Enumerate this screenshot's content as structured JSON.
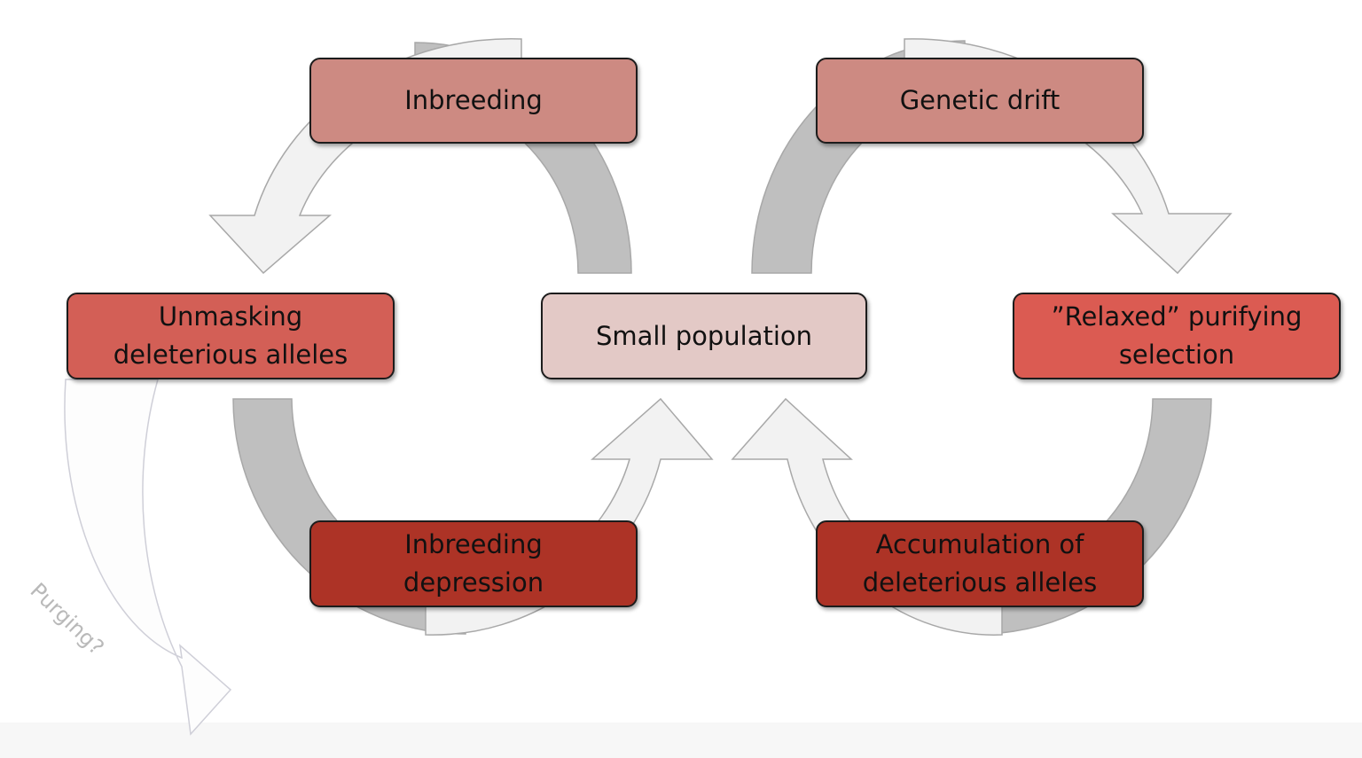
{
  "diagram": {
    "center": {
      "label": "Small population"
    },
    "nodes": {
      "inbreeding": {
        "label": "Inbreeding"
      },
      "genetic_drift": {
        "label": "Genetic drift"
      },
      "unmasking": {
        "line1": "Unmasking",
        "line2": "deleterious alleles"
      },
      "relaxed": {
        "line1": "”Relaxed” purifying",
        "line2": "selection"
      },
      "inbreeding_depression": {
        "line1": "Inbreeding",
        "line2": "depression"
      },
      "accumulation": {
        "line1": "Accumulation of",
        "line2": "deleterious alleles"
      }
    },
    "side_label": "Purging?"
  },
  "colors": {
    "center_fill": "#e3c9c6",
    "top_fill": "#cd8a82",
    "mid_left_fill": "#d35f56",
    "mid_right_fill": "#db5b52",
    "bottom_fill": "#ad3326",
    "dark_arrow": "#bfbfbf",
    "light_arrow": "#f2f2f2",
    "arrow_outline": "#a8a8a8"
  }
}
